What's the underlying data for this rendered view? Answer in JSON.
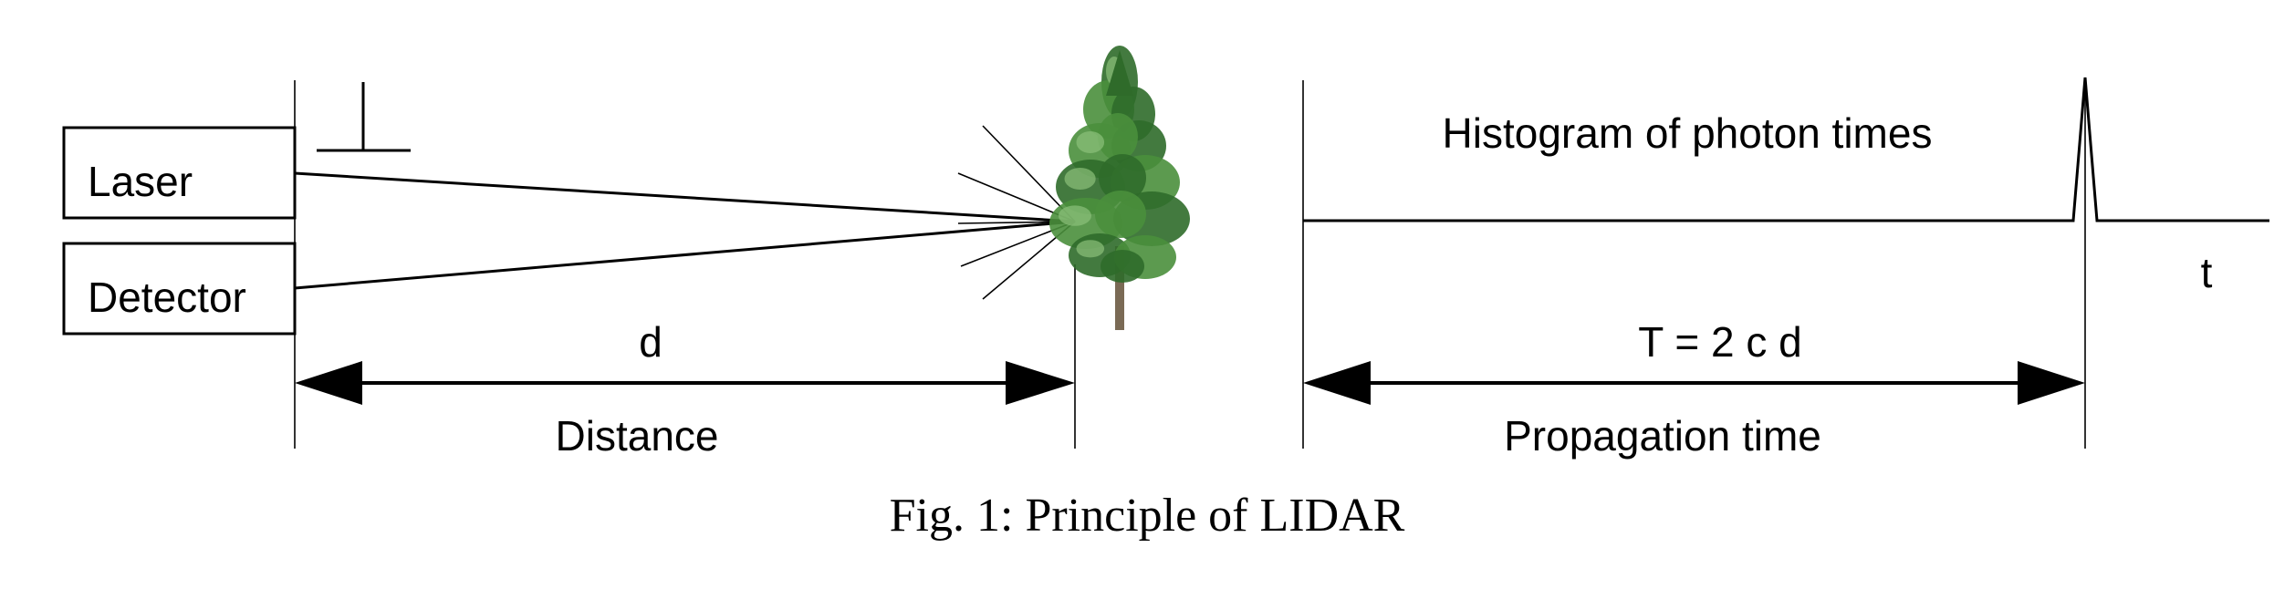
{
  "labels": {
    "laser": "Laser",
    "detector": "Detector",
    "distance_symbol": "d",
    "distance": "Distance",
    "histogram": "Histogram of photon times",
    "time_axis": "t",
    "time_formula": "T = 2 c d",
    "propagation": "Propagation time"
  },
  "caption": "Fig. 1: Principle of LIDAR",
  "icons": {
    "tree": "tree-illustration",
    "pulse": "laser-pulse-symbol"
  },
  "colors": {
    "tree_dark": "#2f6b2a",
    "tree_mid": "#4a8f3c",
    "tree_light": "#8cc07a",
    "trunk": "#7a6a55"
  }
}
